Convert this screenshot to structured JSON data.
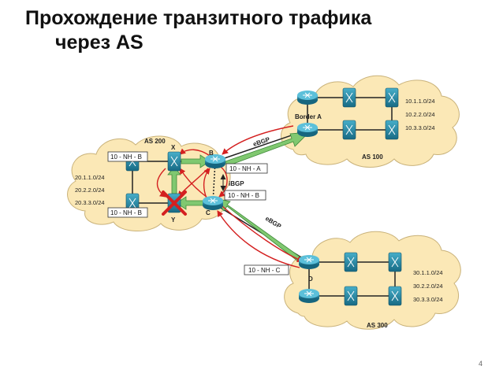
{
  "title": {
    "line1": "Прохождение транзитного трафика",
    "line2": "через AS"
  },
  "as200": {
    "name": "AS 200",
    "routers": {
      "x": "X",
      "b": "B",
      "c": "C",
      "y": "Y"
    },
    "prefixes": [
      "20.1.1.0/24",
      "20.2.2.0/24",
      "20.3.3.0/24"
    ],
    "box_x": "10 - NH - B",
    "box_y": "10 - NH - B"
  },
  "as100": {
    "name": "AS 100",
    "border": "Border A",
    "prefixes": [
      "10.1.1.0/24",
      "10.2.2.0/24",
      "10.3.3.0/24"
    ]
  },
  "as300": {
    "name": "AS 300",
    "router": "D",
    "prefixes": [
      "30.1.1.0/24",
      "30.2.2.0/24",
      "30.3.3.0/24"
    ]
  },
  "links": {
    "ibgp": "iBGP",
    "ebgp_top": "eBGP",
    "ebgp_bottom": "eBGP",
    "box_b": "10 - NH - A",
    "box_c": "10 - NH - B",
    "box_d": "10 - NH - C"
  },
  "colors": {
    "cloud": "#fbe8b6",
    "cloud_edge": "#c9b27a",
    "router": "#2a8aa6",
    "green": "#80c870",
    "red": "#d42020"
  },
  "page_number": "4"
}
